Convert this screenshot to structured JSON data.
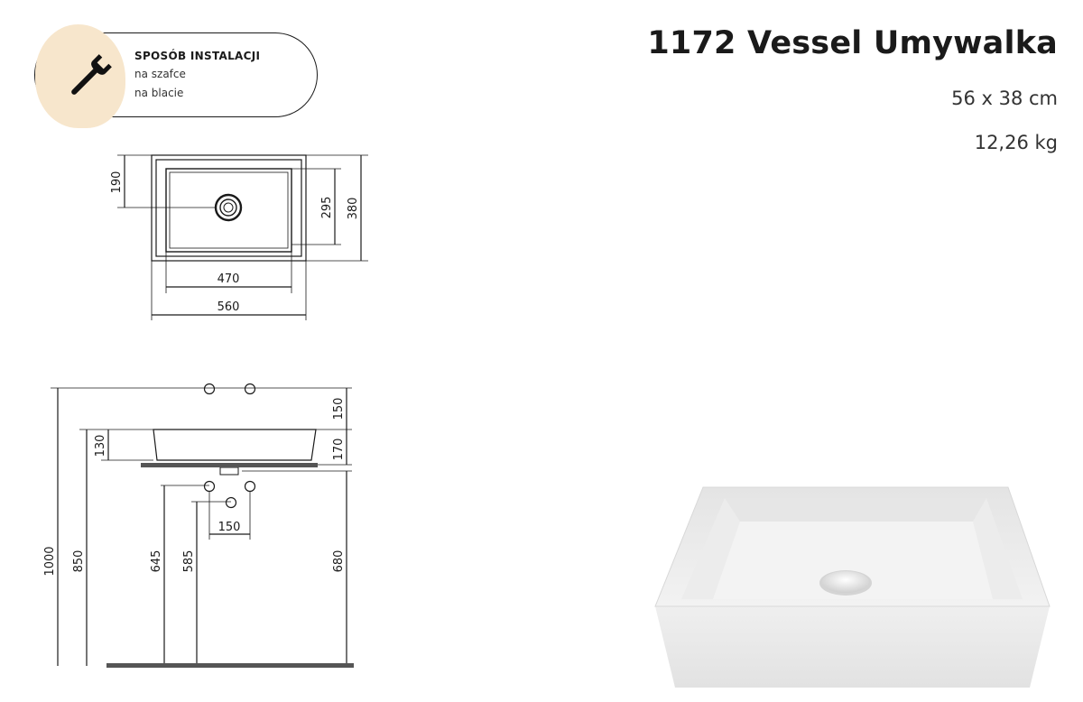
{
  "install": {
    "title": "SPOSÓB INSTALACJI",
    "options": [
      "na szafce",
      "na blacie"
    ],
    "icon": "wrench-icon"
  },
  "product": {
    "name": "1172 Vessel Umywalka",
    "dimensions": "56 x 38 cm",
    "weight": "12,26 kg"
  },
  "top_view": {
    "width_outer": "560",
    "width_inner": "470",
    "depth_outer": "380",
    "depth_inner": "295",
    "drain_offset": "190"
  },
  "side_view": {
    "total_height": "1000",
    "counter_height": "850",
    "basin_height": "130",
    "tap_gap": "150",
    "basin_to_counter": "170",
    "trap_outlet": "645",
    "trap_center": "585",
    "drain_height": "680",
    "trap_spacing": "150"
  },
  "colors": {
    "badge_blob": "#f7e6cc",
    "line": "#1a1a1a",
    "counter": "#555555"
  }
}
